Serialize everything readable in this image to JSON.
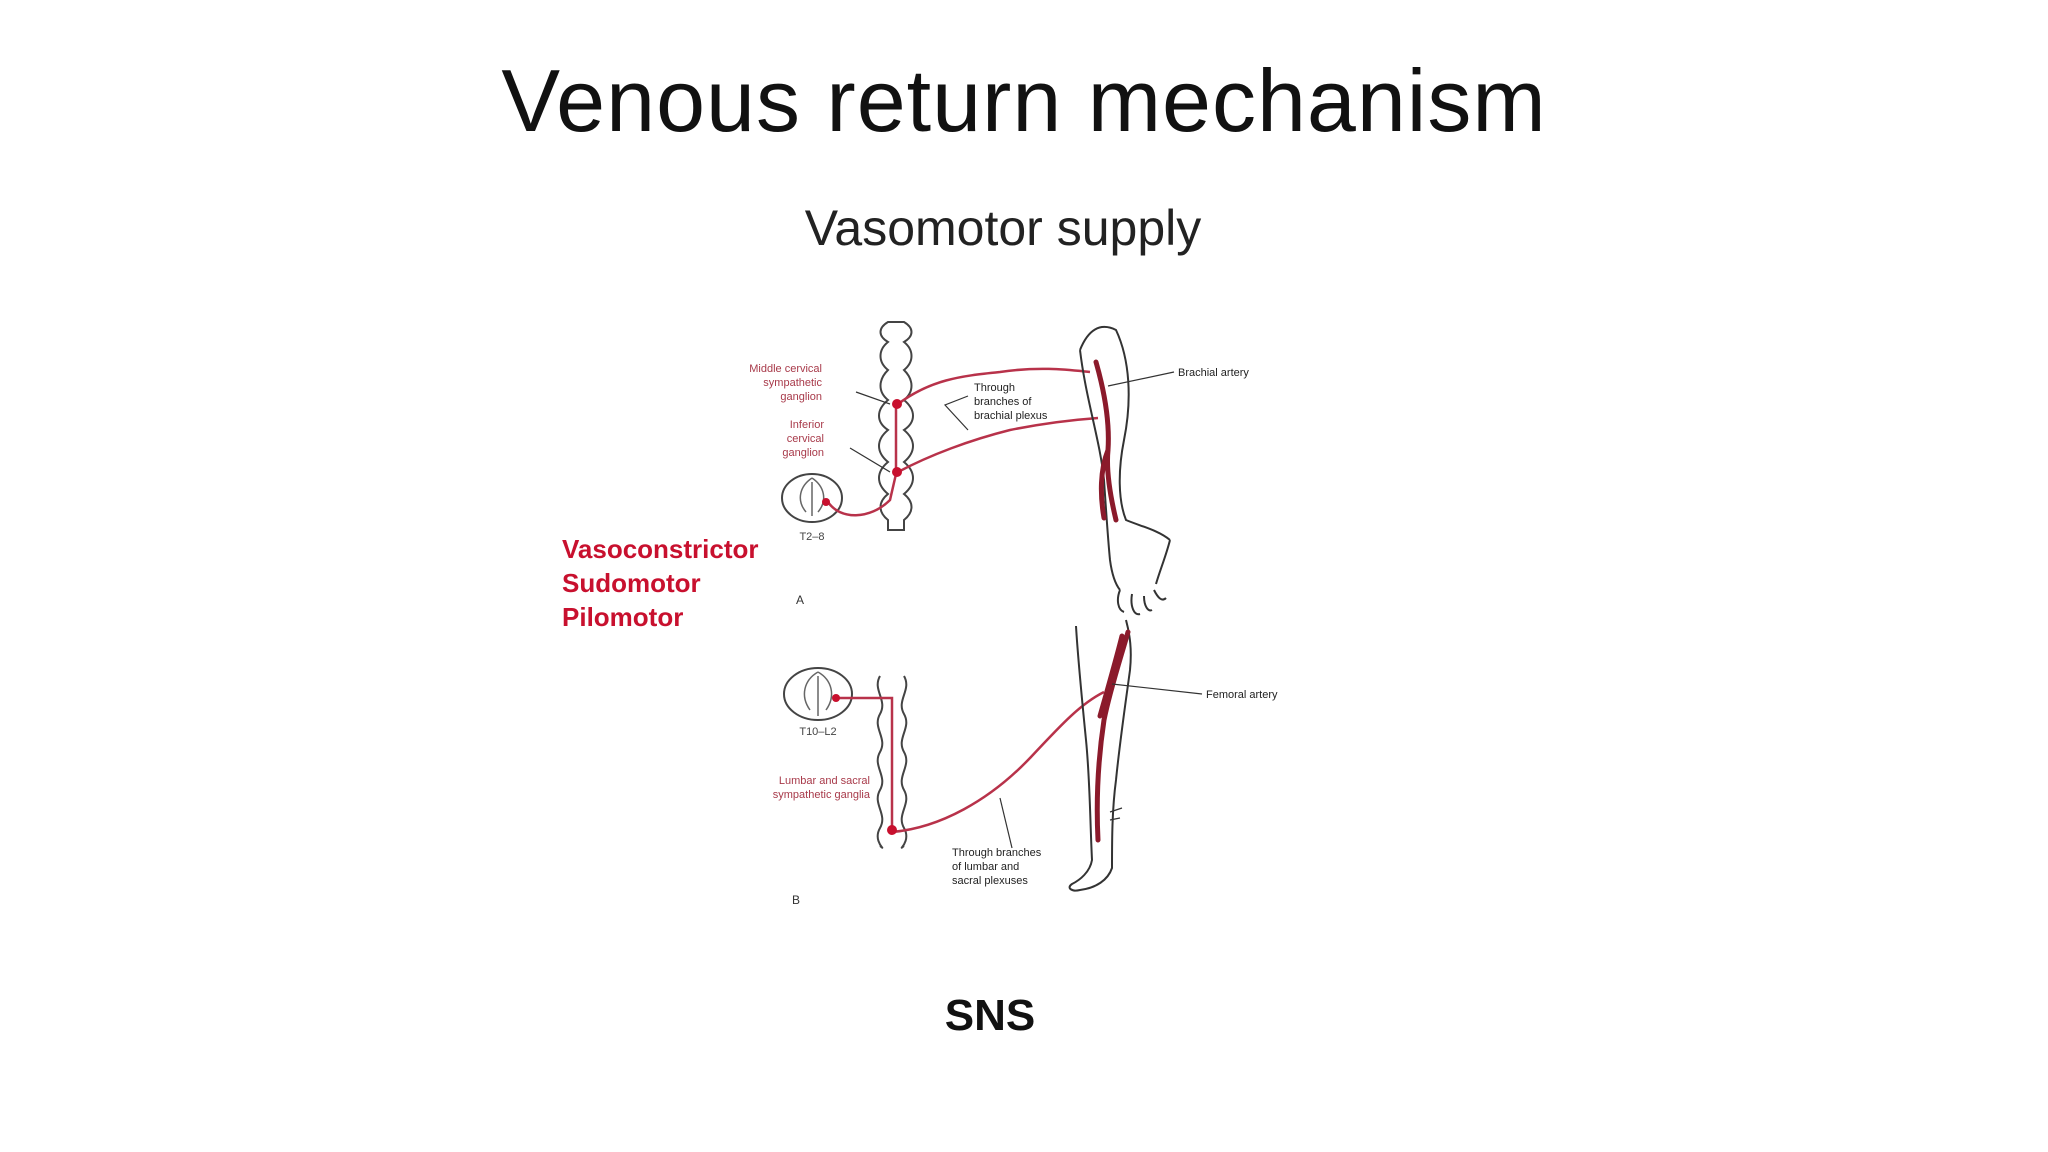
{
  "slide": {
    "title": "Venous return mechanism",
    "footer_label": "SNS"
  },
  "figure": {
    "heading": "Vasomotor supply",
    "functions": [
      "Vasoconstrictor",
      "Sudomotor",
      "Pilomotor"
    ],
    "panel_a": {
      "letter": "A",
      "ganglion_middle": [
        "Middle cervical",
        "sympathetic",
        "ganglion"
      ],
      "ganglion_inferior": [
        "Inferior",
        "cervical",
        "ganglion"
      ],
      "segment": "T2–8",
      "plexus_note": [
        "Through",
        "branches of",
        "brachial plexus"
      ],
      "artery": "Brachial artery"
    },
    "panel_b": {
      "letter": "B",
      "segment": "T10–L2",
      "ganglia": [
        "Lumbar and sacral",
        "sympathetic ganglia"
      ],
      "plexus_note": [
        "Through branches",
        "of lumbar and",
        "sacral plexuses"
      ],
      "artery": "Femoral artery"
    }
  },
  "colors": {
    "accent_red": "#c8102e",
    "nerve": "#b8324a",
    "artery": "#8b1a2b",
    "outline": "#333333",
    "label_red": "#a83a4a"
  }
}
